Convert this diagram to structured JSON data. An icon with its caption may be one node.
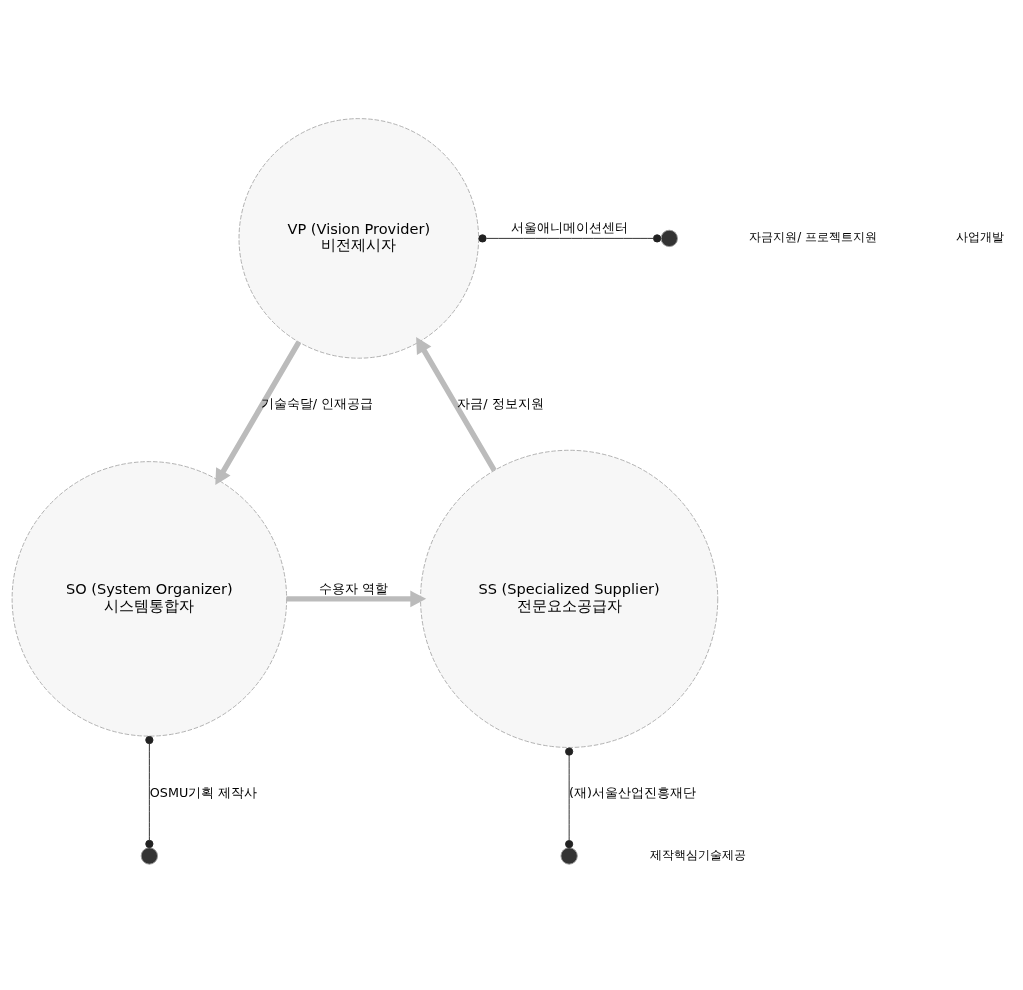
{
  "diagram": {
    "nodes": [
      {
        "text": [
          "VP (Vision Provider)",
          "비전제시자"
        ]
      },
      {
        "text": [
          "SO (System Organizer)",
          "시스템통합자"
        ]
      },
      {
        "text": [
          "SS (Specialized Supplier)",
          "전문요소공급자"
        ]
      },
      {
        "text": [],
        "shape": "circle"
      },
      {
        "text": [],
        "shape": "circle"
      },
      {
        "text": [],
        "shape": "circle"
      }
    ],
    "edges": [
      {
        "from": 0,
        "to": 1,
        "arrow": "to",
        "label": "기술숙달/ 인재공급",
        "style": "thick"
      },
      {
        "from": 2,
        "to": 0,
        "arrow": "to",
        "label": "자금/ 정보지원",
        "style": "thick"
      },
      {
        "from": 1,
        "to": 2,
        "arrow": "to",
        "label": "수용자 역할",
        "style": "thick"
      },
      {
        "from": 0,
        "to": 3,
        "arrow": "other",
        "label": "서울애니메이션센터",
        "color": "#222222"
      },
      {
        "from": 1,
        "to": 4,
        "arrow": "other",
        "label": "OSMU기획 제작사",
        "color": "#222222"
      },
      {
        "from": 2,
        "to": 5,
        "arrow": "other",
        "label": "(재)서울산업진흥재단",
        "color": "#222222"
      }
    ],
    "labels": [
      "자금지원/ 프로젝트지원",
      "사업개발",
      "제작핵심기술제공"
    ]
  }
}
